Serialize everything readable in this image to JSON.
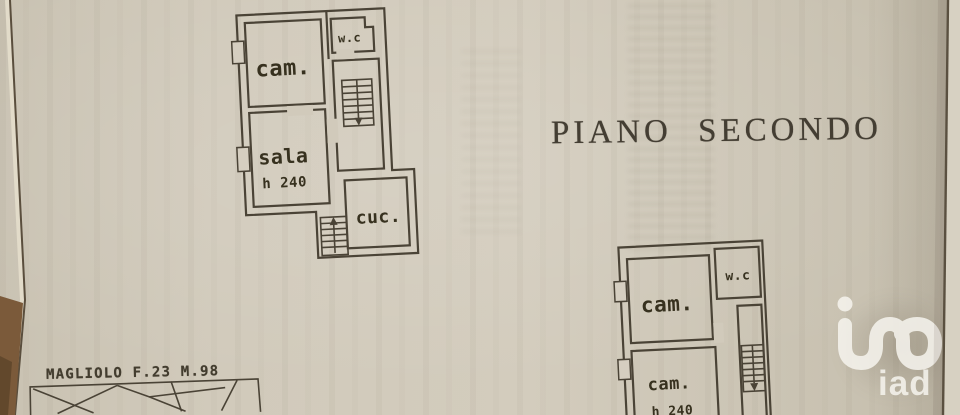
{
  "floor_title": "PIANO SECONDO",
  "main_plan": {
    "room_cam": "cam.",
    "room_wc": "w.c",
    "room_sala": "sala",
    "sala_height": "h 240",
    "room_cuc": "cuc."
  },
  "secondary_plan": {
    "room_cam_top": "cam.",
    "room_wc": "w.c",
    "room_cam_bottom": "cam.",
    "cam_bottom_height": "h 240"
  },
  "cadastre": {
    "label": "MAGLIOLO F.23 M.98"
  },
  "watermark": {
    "brand": "iad"
  },
  "colors": {
    "paper": "#d1cabb",
    "ink": "#4a4336",
    "watermark_white": "#f7f5ef",
    "table_brown": "#7b5a3a"
  }
}
